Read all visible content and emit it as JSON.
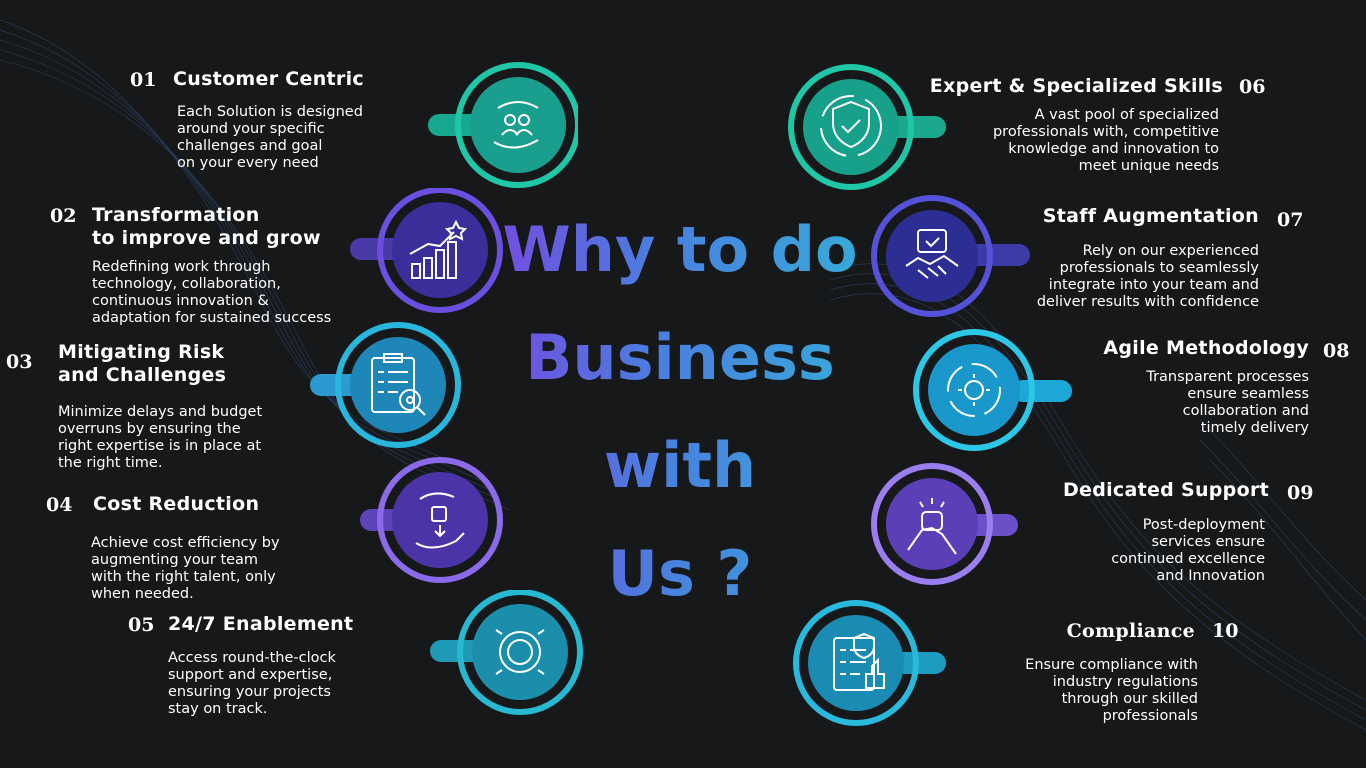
{
  "headline": {
    "line1": "Why to do",
    "line2": "Business",
    "line3": "with",
    "line4": "Us ?"
  },
  "items": [
    {
      "num": "01",
      "title": "Customer Centric",
      "desc": "Each Solution is designed\naround your specific\nchallenges and goal\non your every need",
      "icon": "hands-people-icon"
    },
    {
      "num": "02",
      "title": "Transformation\nto improve and grow",
      "desc": "Redefining work through\ntechnology, collaboration,\ncontinuous innovation &\nadaptation for sustained success",
      "icon": "growth-chart-icon"
    },
    {
      "num": "03",
      "title": "Mitigating Risk\nand Challenges",
      "desc": "Minimize delays and budget\noverruns by ensuring the\nright expertise is in place at\nthe right time.",
      "icon": "clipboard-eye-icon"
    },
    {
      "num": "04",
      "title": "Cost Reduction",
      "desc": "Achieve cost efficiency by\naugmenting your team\nwith the right talent, only\nwhen needed.",
      "icon": "money-hands-icon"
    },
    {
      "num": "05",
      "title": "24/7 Enablement",
      "desc": "Access round-the-clock\nsupport and expertise,\nensuring your projects\nstay on track.",
      "icon": "24-7-badge-icon"
    },
    {
      "num": "06",
      "title": "Expert & Specialized Skills",
      "desc": "A vast pool of specialized\nprofessionals with, competitive\nknowledge and innovation to\nmeet unique needs",
      "icon": "shield-check-icon"
    },
    {
      "num": "07",
      "title": "Staff Augmentation",
      "desc": "Rely on our experienced\nprofessionals to seamlessly\nintegrate into your team and\ndeliver results with confidence",
      "icon": "handshake-icon"
    },
    {
      "num": "08",
      "title": "Agile Methodology",
      "desc": "Transparent processes\nensure seamless\ncollaboration and\ntimely delivery",
      "icon": "agile-cycle-icon"
    },
    {
      "num": "09",
      "title": "Dedicated Support",
      "desc": "Post-deployment\nservices ensure\ncontinued excellence\nand Innovation",
      "icon": "fist-bump-icon"
    },
    {
      "num": "10",
      "title": "Compliance",
      "desc": "Ensure compliance with\nindustry regulations\nthrough our skilled\nprofessionals",
      "icon": "checklist-thumbs-icon"
    }
  ],
  "colors": {
    "background": "#17181a",
    "purple": "#7b5ae0",
    "teal": "#1fb59a",
    "blue": "#2aa6d8",
    "text": "#ffffff"
  }
}
